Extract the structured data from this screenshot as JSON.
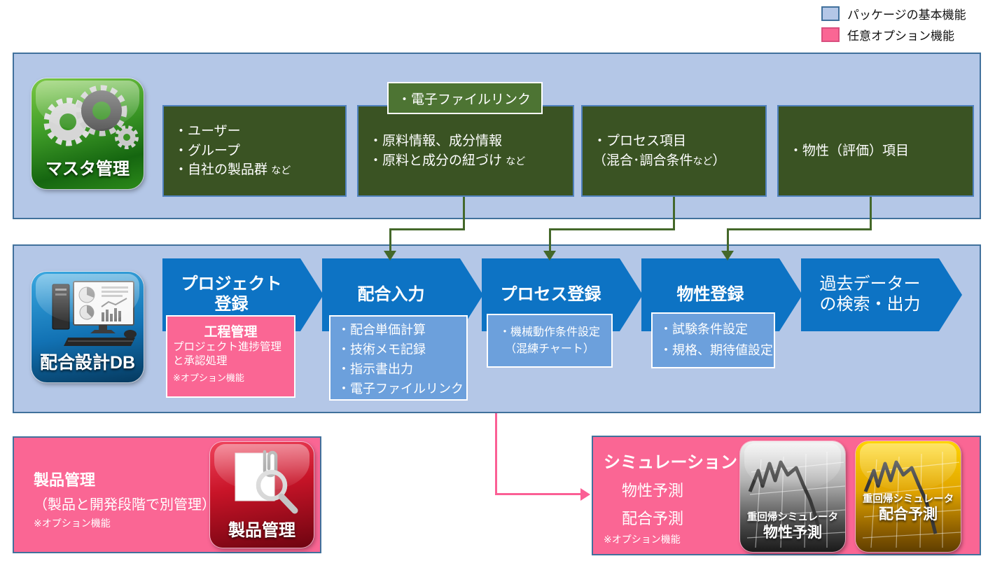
{
  "legend": {
    "items": [
      {
        "label": "パッケージの基本機能",
        "color": "#b4c7e7"
      },
      {
        "label": "任意オプション機能",
        "color": "#fa6694"
      }
    ]
  },
  "master": {
    "icon_label": "マスタ管理",
    "floating_box": "・電子ファイルリンク",
    "box1": {
      "line1": "・ユーザー",
      "line2": "・グループ",
      "line3": "・自社の製品群",
      "line3_small": "など"
    },
    "box2": {
      "line1": "・原料情報、成分情報",
      "line2": "・原料と成分の紐づけ",
      "line2_small": "など"
    },
    "box3": {
      "line1": "・プロセス項目",
      "line2_pre": "（混合･調合条件",
      "line2_small": "など",
      "line2_post": "）"
    },
    "box4": {
      "line1": "・物性（評価）項目"
    }
  },
  "flow": {
    "icon_label": "配合設計DB",
    "chevrons": [
      {
        "label": "プロジェクト\n登録"
      },
      {
        "label": "配合入力"
      },
      {
        "label": "プロセス登録"
      },
      {
        "label": "物性登録"
      },
      {
        "label": "過去データー\nの検索・出力"
      }
    ],
    "process_mgmt_box": {
      "title": "工程管理",
      "body": "プロジェクト進捗管理\nと承認処理",
      "note": "※オプション機能"
    },
    "haigo_box": {
      "items": "・配合単価計算\n・技術メモ記録\n・指示書出力\n・電子ファイルリンク"
    },
    "process_box": {
      "items": "・機械動作条件設定\n（混練チャート）"
    },
    "bussei_box": {
      "items": "・試験条件設定\n・規格、期待値設定"
    }
  },
  "product_mgmt": {
    "title": "製品管理",
    "subtitle": "（製品と開発段階で別管理）",
    "note": "※オプション機能",
    "icon_label": "製品管理"
  },
  "simulation": {
    "title": "シミュレーション",
    "item1": "物性予測",
    "item2": "配合予測",
    "note": "※オプション機能",
    "icon1": {
      "line1": "重回帰シミュレータ",
      "line2": "物性予測"
    },
    "icon2": {
      "line1": "重回帰シミュレータ",
      "line2": "配合予測"
    }
  },
  "colors": {
    "basic_function_blue": "#b4c7e7",
    "option_pink": "#fa6694",
    "panel_border": "#41719c",
    "master_green_dark": "#3a5323",
    "master_green_light": "#4d7433",
    "chevron_blue": "#0d73c4",
    "sub_box_blue": "#6ca0dc",
    "connector_green": "#44682a",
    "connector_pink": "#fb5f95"
  }
}
